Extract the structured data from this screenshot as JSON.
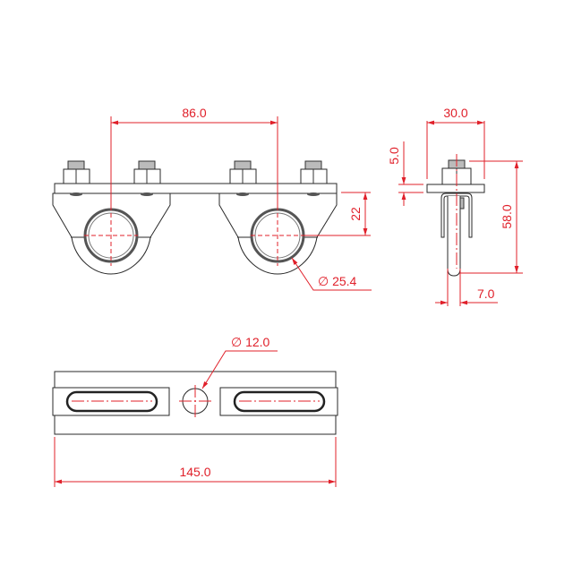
{
  "drawing": {
    "colors": {
      "dimension": "#e0202a",
      "outline": "#2a2a2a",
      "background": "#ffffff"
    },
    "front_view": {
      "dimensions": {
        "center_spacing": "86.0",
        "clamp_height": "22",
        "tube_diameter": "∅ 25.4"
      }
    },
    "side_view": {
      "dimensions": {
        "width": "30.0",
        "plate_thickness": "5.0",
        "height": "58.0",
        "tab_thickness": "7.0"
      }
    },
    "top_view": {
      "dimensions": {
        "hole_diameter": "∅ 12.0",
        "overall_length": "145.0"
      }
    }
  }
}
